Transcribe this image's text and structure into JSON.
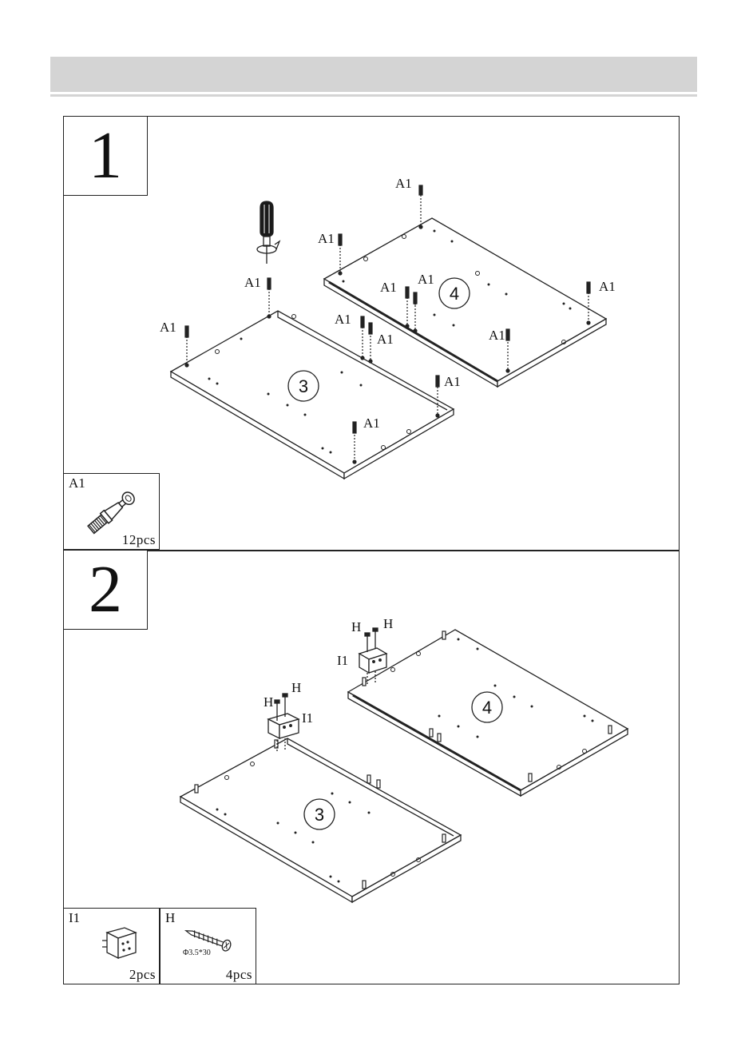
{
  "steps": [
    {
      "number": "1",
      "fitting_label": "A1",
      "panel_numbers": [
        "3",
        "4"
      ],
      "parts": [
        {
          "code": "A1",
          "qty": "12pcs"
        }
      ]
    },
    {
      "number": "2",
      "screw_label": "H",
      "bracket_label": "I1",
      "panel_numbers": [
        "3",
        "4"
      ],
      "parts": [
        {
          "code": "I1",
          "qty": "2pcs"
        },
        {
          "code": "H",
          "qty": "4pcs",
          "spec": "Φ3.5*30"
        }
      ]
    }
  ]
}
